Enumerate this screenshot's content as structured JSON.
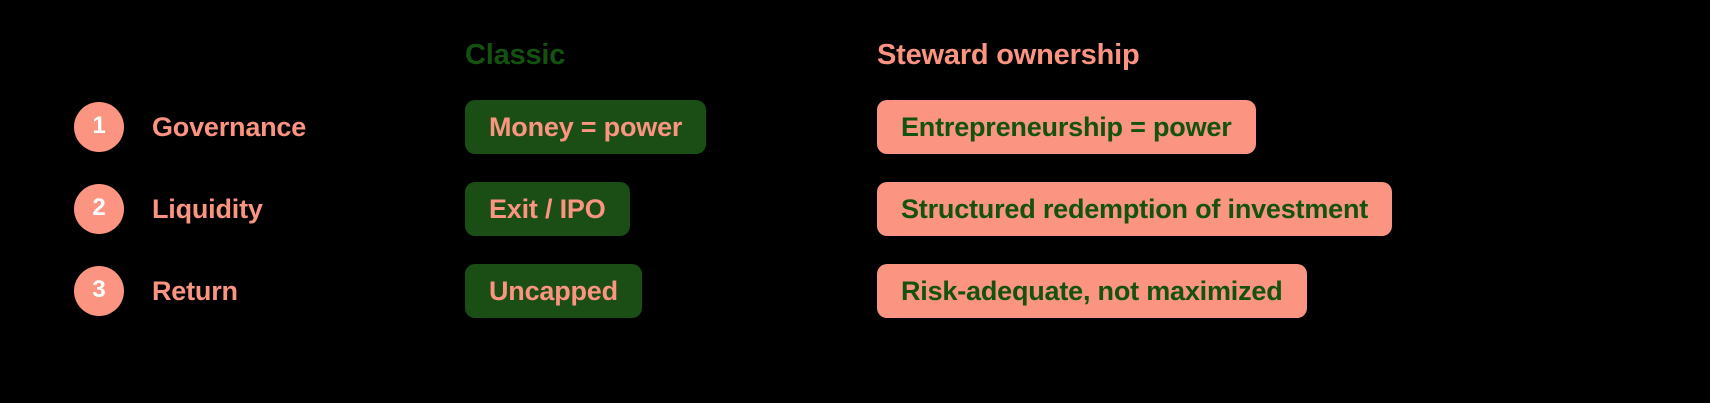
{
  "theme": {
    "background": "#000000",
    "accent_salmon": "#FB9480",
    "accent_green_dark": "#1A4E14",
    "accent_green_text": "#14520F",
    "number_text": "#FFFFFF"
  },
  "columns": {
    "classic_header": "Classic",
    "steward_header": "Steward ownership"
  },
  "rows": [
    {
      "number": "1",
      "label": "Governance",
      "classic": "Money = power",
      "steward": "Entrepreneurship = power"
    },
    {
      "number": "2",
      "label": "Liquidity",
      "classic": "Exit / IPO",
      "steward": "Structured redemption of investment"
    },
    {
      "number": "3",
      "label": "Return",
      "classic": "Uncapped",
      "steward": "Risk-adequate, not maximized"
    }
  ]
}
